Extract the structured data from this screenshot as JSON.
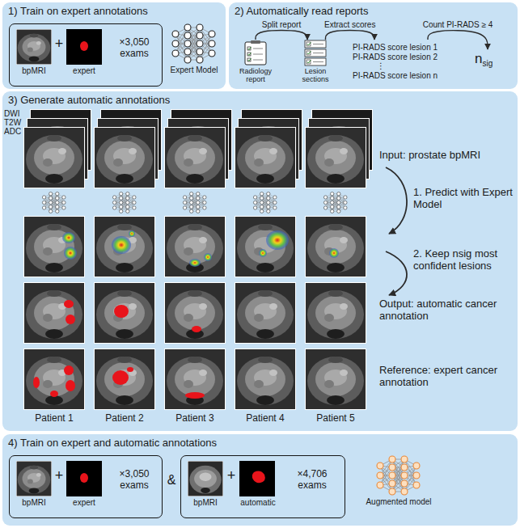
{
  "diagram": {
    "nodes": [
      {
        "text": [
          "1) Train on expert annotations"
        ]
      },
      {
        "text": [
          "bpMRI",
          "+",
          "expert",
          "×3,050 exams"
        ],
        "in": 0
      },
      {
        "text": [
          "Expert Model"
        ],
        "in": 0
      },
      {
        "text": [
          "2) Automatically read reports"
        ]
      },
      {
        "text": [
          "Radiology report"
        ],
        "in": 3
      },
      {
        "text": [
          "Lesion sections"
        ],
        "in": 3
      },
      {
        "text": [
          "PI-RADS score lesion 1",
          "PI-RADS score lesion 2",
          "⋮",
          "PI-RADS score lesion n"
        ],
        "in": 3
      },
      {
        "text": [
          "n",
          "sig"
        ],
        "in": 3
      },
      {
        "text": [
          "3) Generate automatic annotations"
        ]
      },
      {
        "text": [
          "4) Train on expert and automatic annotations"
        ]
      },
      {
        "text": [
          "bpMRI",
          "+",
          "expert",
          "×3,050 exams"
        ],
        "in": 9
      },
      {
        "text": [
          "bpMRI",
          "+",
          "automatic",
          "×4,706 exams"
        ],
        "in": 9
      },
      {
        "text": [
          "Augmented model"
        ],
        "in": 9
      }
    ],
    "edges": [
      {
        "from": 4,
        "to": 5,
        "label": "Split report",
        "arrow": "to"
      },
      {
        "from": 5,
        "to": 6,
        "label": "Extract scores",
        "arrow": "to"
      },
      {
        "from": 6,
        "to": 7,
        "label": "Count PI-RADS ≥ 4",
        "arrow": "to"
      }
    ],
    "labels": [
      "DWI",
      "T2W",
      "ADC",
      "Input: prostate bpMRI",
      "1. Predict with Expert Model",
      "2. Keep nsig most confident lesions",
      "Output: automatic cancer annotation",
      "Reference: expert cancer annotation",
      "Patient 1",
      "Patient 2",
      "Patient 3",
      "Patient 4",
      "Patient 5",
      "&"
    ]
  }
}
